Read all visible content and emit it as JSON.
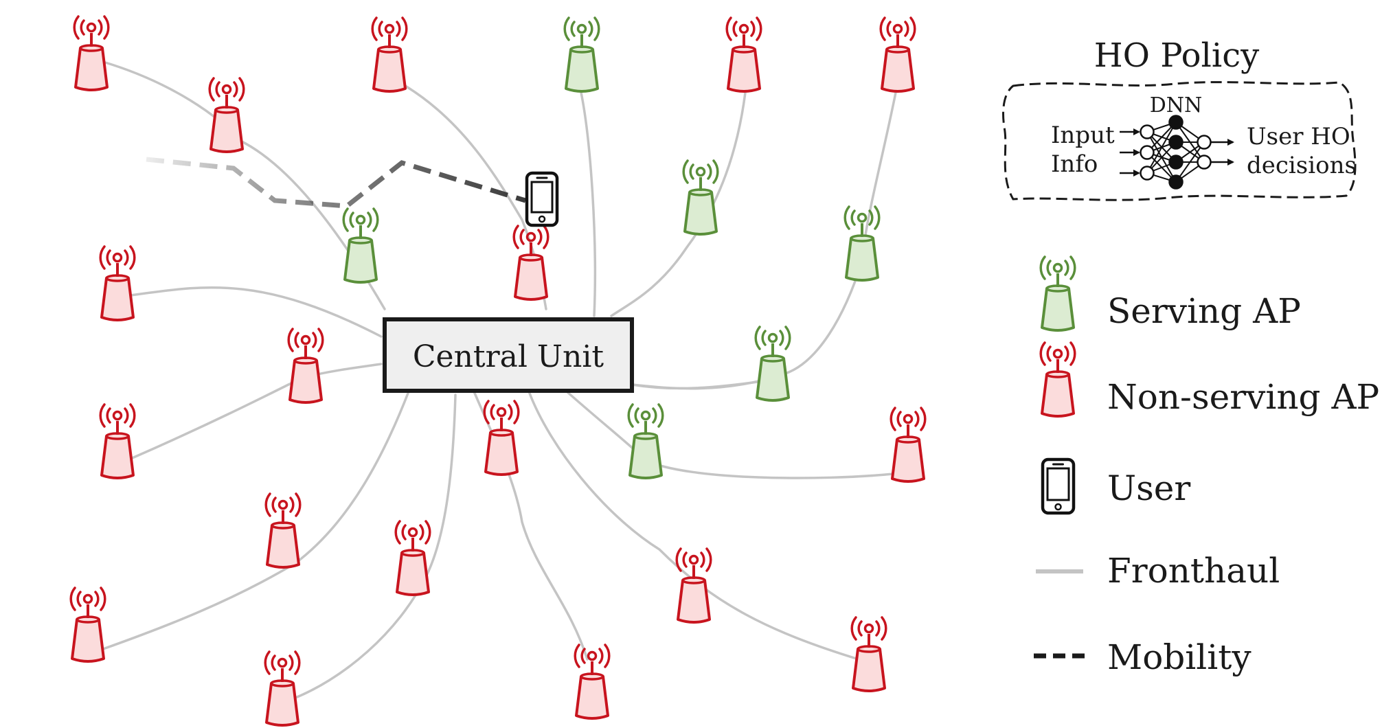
{
  "central_unit": {
    "label": "Central Unit"
  },
  "ho_policy": {
    "title": "HO Policy",
    "dnn_label": "DNN",
    "input_line1": "Input",
    "input_line2": "Info",
    "output_line1": "User HO",
    "output_line2": "decisions"
  },
  "legend": {
    "serving_ap": "Serving AP",
    "non_serving_ap": "Non-serving AP",
    "user": "User",
    "fronthaul": "Fronthaul",
    "mobility": "Mobility"
  },
  "colors": {
    "serving_stroke": "#5a8f3a",
    "serving_fill": "#dcecd2",
    "non_serving_stroke": "#c8141e",
    "non_serving_fill": "#fbdcdc",
    "fronthaul": "#c4c4c4",
    "mobility": "#333333",
    "central_unit_fill": "#efefef"
  },
  "icons": {
    "serving_ap": "green-antenna-icon",
    "non_serving_ap": "red-antenna-icon",
    "user": "smartphone-icon"
  }
}
